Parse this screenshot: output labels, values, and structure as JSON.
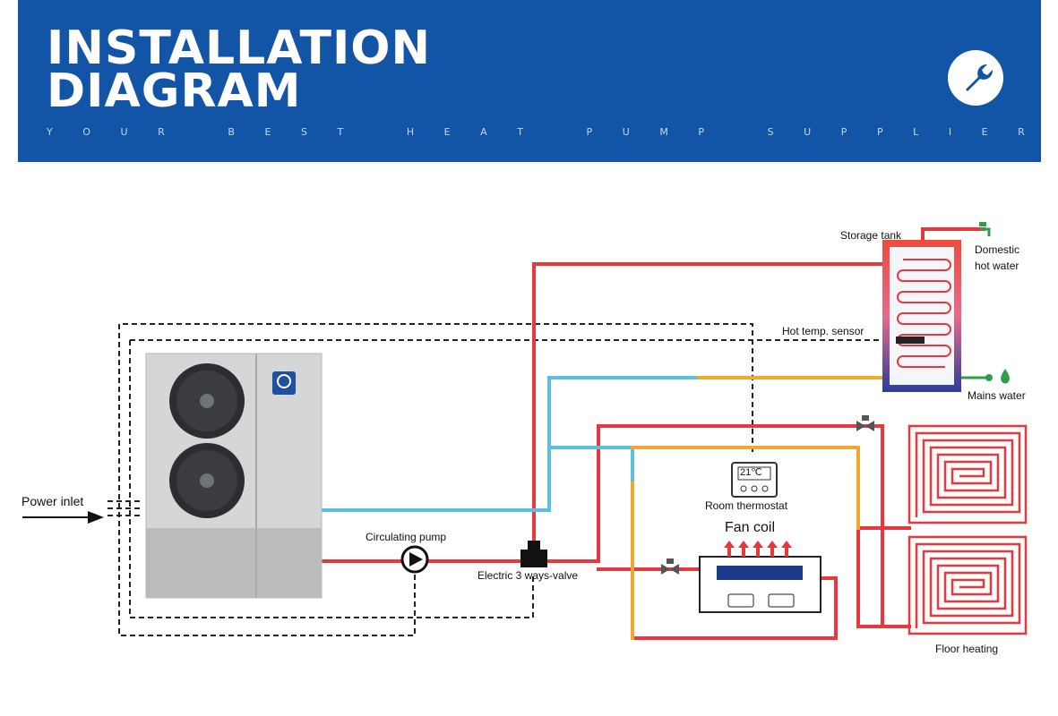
{
  "header": {
    "title_line1": "INSTALLATION",
    "title_line2": "DIAGRAM",
    "tagline": "YOUR BEST HEAT PUMP SUPPLIER",
    "icon": "wrench-icon"
  },
  "labels": {
    "storage_tank": "Storage tank",
    "domestic_hot_water_line1": "Domestic",
    "domestic_hot_water_line2": "hot water",
    "hot_temp_sensor": "Hot temp. sensor",
    "mains_water": "Mains water",
    "power_inlet": "Power inlet",
    "circulating_pump": "Circulating pump",
    "electric_valve": "Electric 3 ways-valve",
    "room_thermostat": "Room thermostat",
    "thermostat_display": "21℃",
    "fan_coil": "Fan coil",
    "floor_heating": "Floor heating"
  },
  "colors": {
    "header_bg": "#1254a6",
    "hot_pipe": "#e8383d",
    "cold_pipe": "#5bc0de",
    "warm_pipe": "#f0a830",
    "water_outlet": "#2e9e4a"
  }
}
